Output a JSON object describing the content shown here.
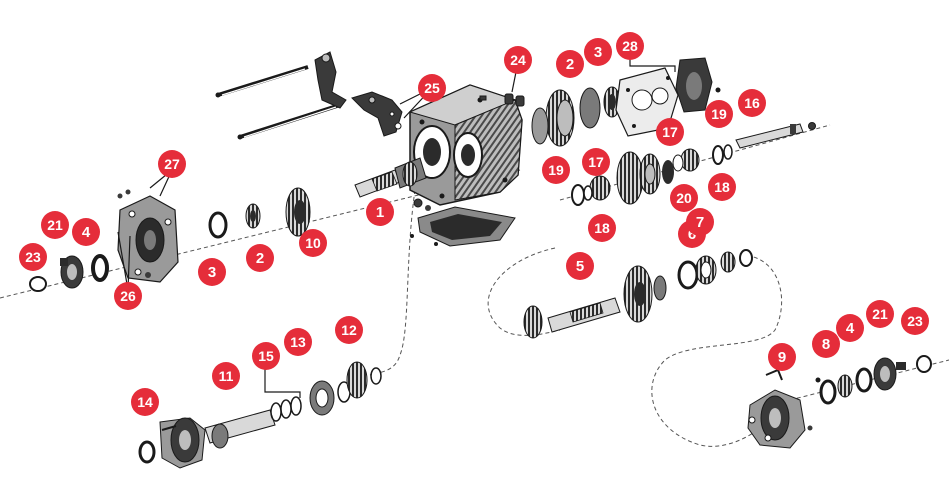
{
  "colors": {
    "badge": "#e52d3a",
    "badge_text": "#ffffff",
    "line": "#1a1a1a",
    "dash": "#555555",
    "part_dark": "#2b2b2b",
    "part_mid": "#7a7a7a",
    "part_light": "#d9d9d9"
  },
  "callouts": [
    {
      "id": "c1",
      "label": "1"
    },
    {
      "id": "c2a",
      "label": "2"
    },
    {
      "id": "c2b",
      "label": "2"
    },
    {
      "id": "c3a",
      "label": "3"
    },
    {
      "id": "c3b",
      "label": "3"
    },
    {
      "id": "c4a",
      "label": "4"
    },
    {
      "id": "c4b",
      "label": "4"
    },
    {
      "id": "c5",
      "label": "5"
    },
    {
      "id": "c6",
      "label": "6"
    },
    {
      "id": "c7",
      "label": "7"
    },
    {
      "id": "c8",
      "label": "8"
    },
    {
      "id": "c9",
      "label": "9"
    },
    {
      "id": "c10",
      "label": "10"
    },
    {
      "id": "c11",
      "label": "11"
    },
    {
      "id": "c12",
      "label": "12"
    },
    {
      "id": "c13",
      "label": "13"
    },
    {
      "id": "c14",
      "label": "14"
    },
    {
      "id": "c15",
      "label": "15"
    },
    {
      "id": "c16",
      "label": "16"
    },
    {
      "id": "c17a",
      "label": "17"
    },
    {
      "id": "c17b",
      "label": "17"
    },
    {
      "id": "c18a",
      "label": "18"
    },
    {
      "id": "c18b",
      "label": "18"
    },
    {
      "id": "c19a",
      "label": "19"
    },
    {
      "id": "c19b",
      "label": "19"
    },
    {
      "id": "c20",
      "label": "20"
    },
    {
      "id": "c21a",
      "label": "21"
    },
    {
      "id": "c21b",
      "label": "21"
    },
    {
      "id": "c23a",
      "label": "23"
    },
    {
      "id": "c23b",
      "label": "23"
    },
    {
      "id": "c24",
      "label": "24"
    },
    {
      "id": "c25",
      "label": "25"
    },
    {
      "id": "c26",
      "label": "26"
    },
    {
      "id": "c27",
      "label": "27"
    },
    {
      "id": "c28",
      "label": "28"
    }
  ]
}
